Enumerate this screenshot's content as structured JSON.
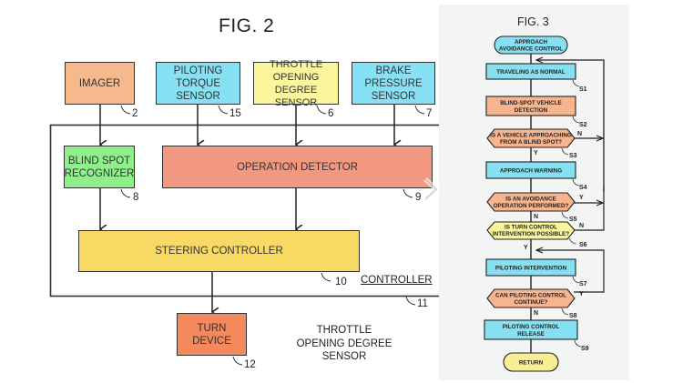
{
  "fig2": {
    "title": "FIG. 2",
    "sensors": [
      {
        "label": "IMAGER",
        "ref": "2",
        "color": "#f5b98c"
      },
      {
        "label": "PILOTING\nTORQUE\nSENSOR",
        "ref": "15",
        "color": "#85e1f3"
      },
      {
        "label": "THROTTLE\nOPENING DEGREE\nSENSOR",
        "ref": "6",
        "color": "#fbf59b"
      },
      {
        "label": "BRAKE\nPRESSURE\nSENSOR",
        "ref": "7",
        "color": "#85e1f3"
      }
    ],
    "blind_spot_recognizer": {
      "label": "BLIND SPOT\nRECOGNIZER",
      "ref": "8",
      "color": "#8ff08b"
    },
    "operation_detector": {
      "label": "OPERATION DETECTOR",
      "ref": "9",
      "color": "#f29780"
    },
    "steering_controller": {
      "label": "STEERING CONTROLLER",
      "ref": "10",
      "color": "#f8d964"
    },
    "controller": {
      "label": "CONTROLLER",
      "ref": "11"
    },
    "turn_device": {
      "label": "TURN\nDEVICE",
      "ref": "12",
      "color": "#f4895e"
    },
    "floating_label": "THROTTLE\nOPENING DEGREE\nSENSOR"
  },
  "fig3": {
    "title": "FIG. 3",
    "colors": {
      "process": "#86e0f2",
      "decision_orange": "#f8b48e",
      "decision_yellow": "#fbf59b",
      "terminal_yellow": "#f8ef95"
    },
    "start": {
      "line1": "APPROACH",
      "line2": "AVOIDANCE CONTROL"
    },
    "steps": [
      {
        "id": "S1",
        "type": "process",
        "line1": "TRAVELING AS NORMAL",
        "line2": ""
      },
      {
        "id": "S2",
        "type": "process-orange",
        "line1": "BLIND-SPOT VEHICLE",
        "line2": "DETECTION"
      },
      {
        "id": "S3",
        "type": "decision",
        "line1": "IS A VEHICLE APPROACHING",
        "line2": "FROM A BLIND SPOT?",
        "yes": "Y",
        "no": "N"
      },
      {
        "id": "S4",
        "type": "process",
        "line1": "APPROACH WARNING",
        "line2": ""
      },
      {
        "id": "S5",
        "type": "decision",
        "line1": "IS AN AVOIDANCE",
        "line2": "OPERATION PERFORMED?",
        "yes": "Y",
        "no": "N"
      },
      {
        "id": "S6",
        "type": "decision-yellow",
        "line1": "IS TURN CONTROL",
        "line2": "INTERVENTION POSSIBLE?",
        "yes": "Y",
        "no": "N"
      },
      {
        "id": "S7",
        "type": "process",
        "line1": "PILOTING INTERVENTION",
        "line2": ""
      },
      {
        "id": "S8",
        "type": "decision",
        "line1": "CAN PILOTING CONTROL",
        "line2": "CONTINUE?",
        "yes": "Y",
        "no": "N"
      },
      {
        "id": "S9",
        "type": "process",
        "line1": "PILOTING CONTROL",
        "line2": "RELEASE"
      }
    ],
    "end": {
      "label": "RETURN"
    }
  },
  "nav": {
    "next_icon": "chevron-right-icon"
  }
}
